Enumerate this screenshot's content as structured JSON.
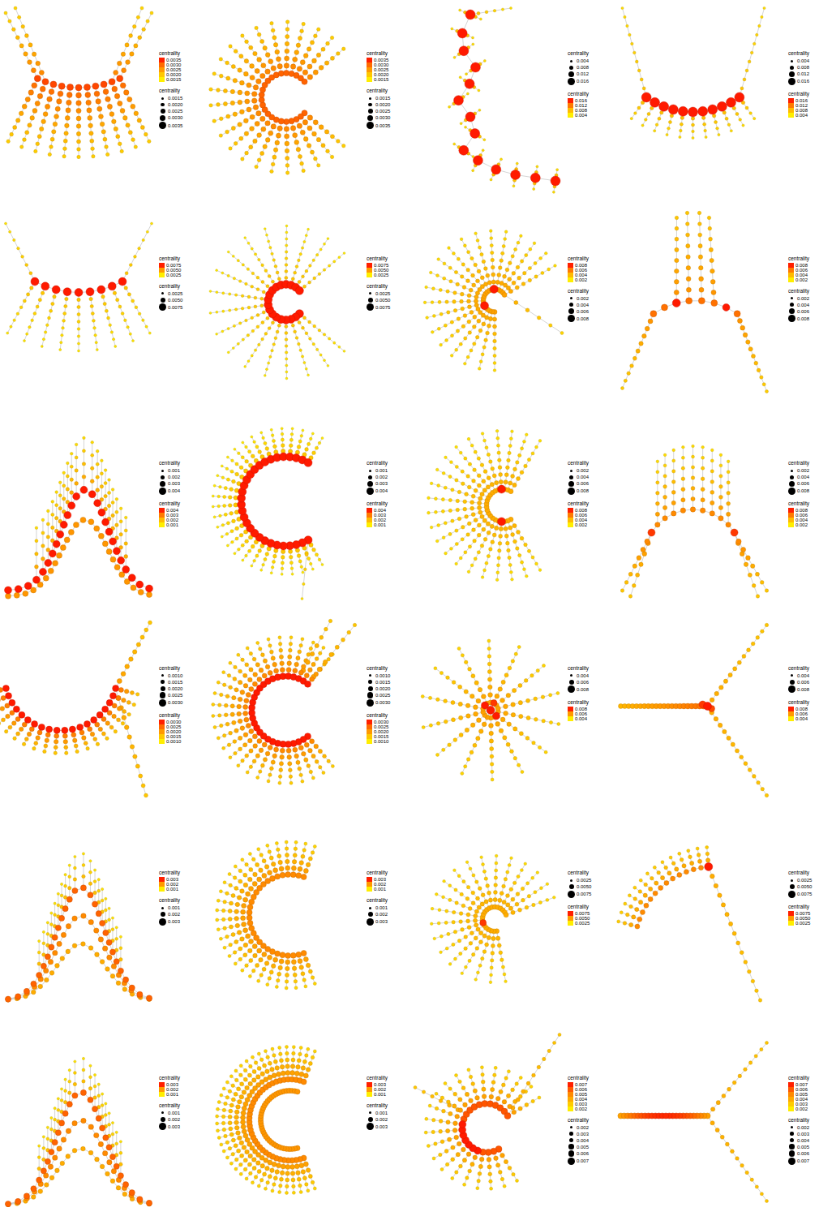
{
  "diagram": {
    "labels": [
      "centrality",
      "centrality",
      "centrality",
      "centrality",
      "centrality",
      "centrality",
      "centrality",
      "centrality",
      "centrality",
      "centrality",
      "centrality",
      "centrality",
      "centrality",
      "centrality",
      "centrality",
      "centrality",
      "centrality",
      "centrality",
      "centrality",
      "centrality",
      "centrality",
      "centrality",
      "centrality",
      "centrality",
      "centrality",
      "centrality",
      "centrality",
      "centrality",
      "centrality",
      "centrality",
      "centrality",
      "centrality",
      "centrality",
      "centrality",
      "centrality",
      "centrality",
      "centrality",
      "centrality",
      "centrality",
      "centrality",
      "centrality",
      "centrality",
      "centrality",
      "centrality",
      "centrality",
      "centrality",
      "centrality",
      "centrality"
    ],
    "legend": [
      {
        "text": "0.0035",
        "color": "#ff2000"
      },
      {
        "text": "0.0030",
        "color": "#ff6a00"
      },
      {
        "text": "0.0025",
        "color": "#ff9a00"
      },
      {
        "text": "0.0020",
        "color": "#ffc800"
      },
      {
        "text": "0.0015",
        "color": "#ffee00"
      },
      {
        "text": "0.0015"
      },
      {
        "text": "0.0020"
      },
      {
        "text": "0.0025"
      },
      {
        "text": "0.0030"
      },
      {
        "text": "0.0035"
      },
      {
        "text": "0.0035",
        "color": "#ff2000"
      },
      {
        "text": "0.0030",
        "color": "#ff6a00"
      },
      {
        "text": "0.0025",
        "color": "#ff9a00"
      },
      {
        "text": "0.0020",
        "color": "#ffc800"
      },
      {
        "text": "0.0015",
        "color": "#ffee00"
      },
      {
        "text": "0.0015"
      },
      {
        "text": "0.0020"
      },
      {
        "text": "0.0025"
      },
      {
        "text": "0.0030"
      },
      {
        "text": "0.0035"
      },
      {
        "text": "0.004"
      },
      {
        "text": "0.008"
      },
      {
        "text": "0.012"
      },
      {
        "text": "0.016"
      },
      {
        "text": "0.016",
        "color": "#ff2000"
      },
      {
        "text": "0.012",
        "color": "#ff7a00"
      },
      {
        "text": "0.008",
        "color": "#ffbb00"
      },
      {
        "text": "0.004",
        "color": "#ffee00"
      },
      {
        "text": "0.004"
      },
      {
        "text": "0.008"
      },
      {
        "text": "0.012"
      },
      {
        "text": "0.016"
      },
      {
        "text": "0.016",
        "color": "#ff2000"
      },
      {
        "text": "0.012",
        "color": "#ff7a00"
      },
      {
        "text": "0.008",
        "color": "#ffbb00"
      },
      {
        "text": "0.004",
        "color": "#ffee00"
      },
      {
        "text": "0.0075",
        "color": "#ff2000"
      },
      {
        "text": "0.0050",
        "color": "#ff9a00"
      },
      {
        "text": "0.0025",
        "color": "#ffee00"
      },
      {
        "text": "0.0025"
      },
      {
        "text": "0.0050"
      },
      {
        "text": "0.0075"
      },
      {
        "text": "0.0075",
        "color": "#ff2000"
      },
      {
        "text": "0.0050",
        "color": "#ff9a00"
      },
      {
        "text": "0.0025",
        "color": "#ffee00"
      },
      {
        "text": "0.0025"
      },
      {
        "text": "0.0050"
      },
      {
        "text": "0.0075"
      },
      {
        "text": "0.008",
        "color": "#ff2000"
      },
      {
        "text": "0.006",
        "color": "#ff7a00"
      },
      {
        "text": "0.004",
        "color": "#ffbb00"
      },
      {
        "text": "0.002",
        "color": "#ffee00"
      },
      {
        "text": "0.002"
      },
      {
        "text": "0.004"
      },
      {
        "text": "0.006"
      },
      {
        "text": "0.008"
      },
      {
        "text": "0.008",
        "color": "#ff2000"
      },
      {
        "text": "0.006",
        "color": "#ff7a00"
      },
      {
        "text": "0.004",
        "color": "#ffbb00"
      },
      {
        "text": "0.002",
        "color": "#ffee00"
      },
      {
        "text": "0.002"
      },
      {
        "text": "0.004"
      },
      {
        "text": "0.006"
      },
      {
        "text": "0.008"
      },
      {
        "text": "0.001"
      },
      {
        "text": "0.002"
      },
      {
        "text": "0.003"
      },
      {
        "text": "0.004"
      },
      {
        "text": "0.004",
        "color": "#ff2000"
      },
      {
        "text": "0.003",
        "color": "#ff7a00"
      },
      {
        "text": "0.002",
        "color": "#ffbb00"
      },
      {
        "text": "0.001",
        "color": "#ffee00"
      },
      {
        "text": "0.001"
      },
      {
        "text": "0.002"
      },
      {
        "text": "0.003"
      },
      {
        "text": "0.004"
      },
      {
        "text": "0.004",
        "color": "#ff2000"
      },
      {
        "text": "0.003",
        "color": "#ff7a00"
      },
      {
        "text": "0.002",
        "color": "#ffbb00"
      },
      {
        "text": "0.001",
        "color": "#ffee00"
      },
      {
        "text": "0.002"
      },
      {
        "text": "0.004"
      },
      {
        "text": "0.006"
      },
      {
        "text": "0.008"
      },
      {
        "text": "0.008",
        "color": "#ff2000"
      },
      {
        "text": "0.006",
        "color": "#ff7a00"
      },
      {
        "text": "0.004",
        "color": "#ffbb00"
      },
      {
        "text": "0.002",
        "color": "#ffee00"
      },
      {
        "text": "0.002"
      },
      {
        "text": "0.004"
      },
      {
        "text": "0.006"
      },
      {
        "text": "0.008"
      },
      {
        "text": "0.008",
        "color": "#ff2000"
      },
      {
        "text": "0.006",
        "color": "#ff7a00"
      },
      {
        "text": "0.004",
        "color": "#ffbb00"
      },
      {
        "text": "0.002",
        "color": "#ffee00"
      },
      {
        "text": "0.0010"
      },
      {
        "text": "0.0015"
      },
      {
        "text": "0.0020"
      },
      {
        "text": "0.0025"
      },
      {
        "text": "0.0030"
      },
      {
        "text": "0.0030",
        "color": "#ff2000"
      },
      {
        "text": "0.0025",
        "color": "#ff6a00"
      },
      {
        "text": "0.0020",
        "color": "#ff9a00"
      },
      {
        "text": "0.0015",
        "color": "#ffc800"
      },
      {
        "text": "0.0010",
        "color": "#ffee00"
      },
      {
        "text": "0.0010"
      },
      {
        "text": "0.0015"
      },
      {
        "text": "0.0020"
      },
      {
        "text": "0.0025"
      },
      {
        "text": "0.0030"
      },
      {
        "text": "0.0030",
        "color": "#ff2000"
      },
      {
        "text": "0.0025",
        "color": "#ff6a00"
      },
      {
        "text": "0.0020",
        "color": "#ff9a00"
      },
      {
        "text": "0.0015",
        "color": "#ffc800"
      },
      {
        "text": "0.0010",
        "color": "#ffee00"
      },
      {
        "text": "0.004"
      },
      {
        "text": "0.006"
      },
      {
        "text": "0.008"
      },
      {
        "text": "0.008",
        "color": "#ff2000"
      },
      {
        "text": "0.006",
        "color": "#ff9a00"
      },
      {
        "text": "0.004",
        "color": "#ffee00"
      },
      {
        "text": "0.004"
      },
      {
        "text": "0.006"
      },
      {
        "text": "0.008"
      },
      {
        "text": "0.008",
        "color": "#ff2000"
      },
      {
        "text": "0.006",
        "color": "#ff9a00"
      },
      {
        "text": "0.004",
        "color": "#ffee00"
      },
      {
        "text": "0.003",
        "color": "#ff2000"
      },
      {
        "text": "0.002",
        "color": "#ff9a00"
      },
      {
        "text": "0.001",
        "color": "#ffee00"
      },
      {
        "text": "0.001"
      },
      {
        "text": "0.002"
      },
      {
        "text": "0.003"
      },
      {
        "text": "0.003",
        "color": "#ff2000"
      },
      {
        "text": "0.002",
        "color": "#ff9a00"
      },
      {
        "text": "0.001",
        "color": "#ffee00"
      },
      {
        "text": "0.001"
      },
      {
        "text": "0.002"
      },
      {
        "text": "0.003"
      },
      {
        "text": "0.0025"
      },
      {
        "text": "0.0050"
      },
      {
        "text": "0.0075"
      },
      {
        "text": "0.0075",
        "color": "#ff2000"
      },
      {
        "text": "0.0050",
        "color": "#ff9a00"
      },
      {
        "text": "0.0025",
        "color": "#ffee00"
      },
      {
        "text": "0.0025"
      },
      {
        "text": "0.0050"
      },
      {
        "text": "0.0075"
      },
      {
        "text": "0.0075",
        "color": "#ff2000"
      },
      {
        "text": "0.0050",
        "color": "#ff9a00"
      },
      {
        "text": "0.0025",
        "color": "#ffee00"
      },
      {
        "text": "0.003",
        "color": "#ff2000"
      },
      {
        "text": "0.002",
        "color": "#ff9a00"
      },
      {
        "text": "0.001",
        "color": "#ffee00"
      },
      {
        "text": "0.001"
      },
      {
        "text": "0.002"
      },
      {
        "text": "0.003"
      },
      {
        "text": "0.003",
        "color": "#ff2000"
      },
      {
        "text": "0.002",
        "color": "#ff9a00"
      },
      {
        "text": "0.001",
        "color": "#ffee00"
      },
      {
        "text": "0.001"
      },
      {
        "text": "0.002"
      },
      {
        "text": "0.003"
      },
      {
        "text": "0.007",
        "color": "#ff2000"
      },
      {
        "text": "0.006",
        "color": "#ff5a00"
      },
      {
        "text": "0.005",
        "color": "#ff8a00"
      },
      {
        "text": "0.004",
        "color": "#ffaa00"
      },
      {
        "text": "0.003",
        "color": "#ffcc00"
      },
      {
        "text": "0.002",
        "color": "#ffee00"
      },
      {
        "text": "0.002"
      },
      {
        "text": "0.003"
      },
      {
        "text": "0.004"
      },
      {
        "text": "0.005"
      },
      {
        "text": "0.006"
      },
      {
        "text": "0.007"
      },
      {
        "text": "0.007",
        "color": "#ff2000"
      },
      {
        "text": "0.006",
        "color": "#ff5a00"
      },
      {
        "text": "0.005",
        "color": "#ff8a00"
      },
      {
        "text": "0.004",
        "color": "#ffaa00"
      },
      {
        "text": "0.003",
        "color": "#ffcc00"
      },
      {
        "text": "0.002",
        "color": "#ffee00"
      },
      {
        "text": "0.002"
      },
      {
        "text": "0.003"
      },
      {
        "text": "0.004"
      },
      {
        "text": "0.005"
      },
      {
        "text": "0.006"
      },
      {
        "text": "0.007"
      }
    ]
  }
}
